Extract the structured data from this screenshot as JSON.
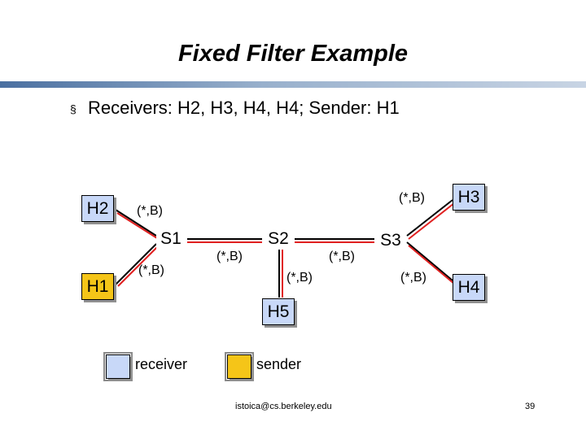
{
  "slide": {
    "title": "Fixed Filter Example",
    "bullet_marker": "§",
    "bullet": "Receivers: H2, H3, H4, H4; Sender: H1"
  },
  "diagram": {
    "hosts": {
      "h2": "H2",
      "h1": "H1",
      "h3": "H3",
      "h4": "H4",
      "h5": "H5"
    },
    "switches": {
      "s1": "S1",
      "s2": "S2",
      "s3": "S3"
    },
    "filter_labels": {
      "h2_s1": "(*,B)",
      "h1_s1": "(*,B)",
      "s1_s2": "(*,B)",
      "s2_s3": "(*,B)",
      "s2_h5": "(*,B)",
      "s3_h3": "(*,B)",
      "s3_h4": "(*,B)"
    }
  },
  "legend": {
    "receiver": "receiver",
    "sender": "sender"
  },
  "footer": {
    "email": "istoica@cs.berkeley.edu",
    "page": "39"
  },
  "colors": {
    "receiver": "#c8d8f8",
    "sender": "#f5c518",
    "filter_path": "#e02020",
    "link": "#000000"
  }
}
